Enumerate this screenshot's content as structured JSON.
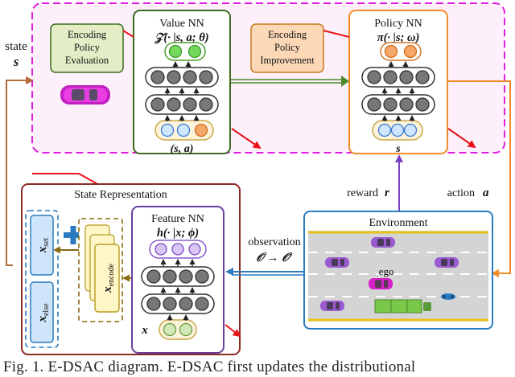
{
  "figure": {
    "state_label": "state",
    "state_symbol": "s",
    "encoding_policy_evaluation": [
      "Encoding",
      "Policy",
      "Evaluation"
    ],
    "value_nn": {
      "title": "Value NN",
      "formula": "𝒵(· |s, a; θ)",
      "input": "(s, a)"
    },
    "encoding_policy_improvement": [
      "Encoding",
      "Policy",
      "Improvement"
    ],
    "policy_nn": {
      "title": "Policy NN",
      "formula": "π(· |s; ω)",
      "input": "s"
    },
    "reward_label": "reward",
    "reward_symbol": "r",
    "action_label": "action",
    "action_symbol": "a",
    "state_representation": {
      "title": "State Representation",
      "x_set": "x",
      "x_set_sub": "set",
      "x_else": "x",
      "x_else_sub": "else",
      "x_encode": "x",
      "x_encode_sub": "encode",
      "plus": "+"
    },
    "feature_nn": {
      "title": "Feature NN",
      "formula": "h(· |x; ϕ)",
      "input": "x"
    },
    "observation_label": "observation",
    "observation_symbol": "𝒪 → 𝒪′",
    "environment": {
      "title": "Environment",
      "ego_label": "ego"
    },
    "colors": {
      "dashed_magenta": "#e020e0",
      "policy_orange": "#f08a2a",
      "value_green": "#3b6b1e",
      "state_rep_red": "#8b2a20",
      "feature_purple": "#6b3fa0",
      "environment_blue": "#2a7bc0",
      "red_arrow": "#e8141c"
    }
  },
  "caption": "Fig. 1. E-DSAC diagram. E-DSAC first updates the distributional"
}
